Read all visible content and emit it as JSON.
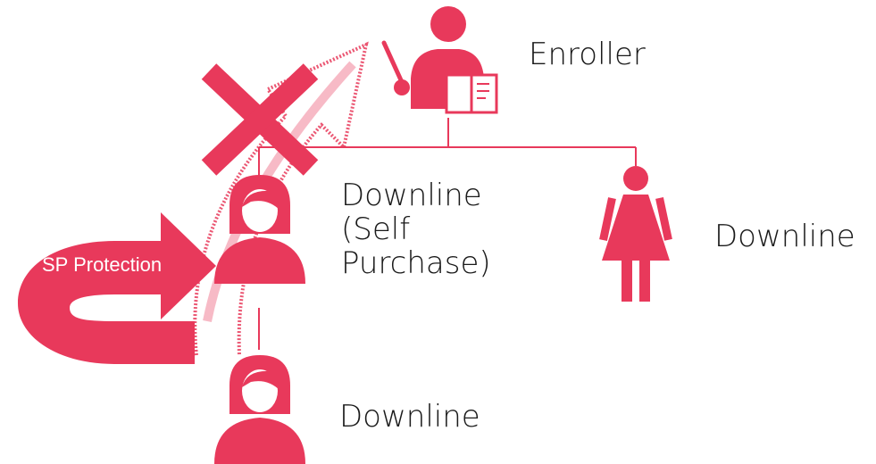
{
  "colors": {
    "primary": "#e8395b",
    "text": "#1a1a1a",
    "white": "#ffffff"
  },
  "nodes": {
    "enroller": {
      "label": "Enroller",
      "icon": "teacher-presenter-icon"
    },
    "self_purchase": {
      "label_lines": [
        "Downline",
        "(Self",
        "Purchase)"
      ],
      "icon": "female-user-icon"
    },
    "right_downline": {
      "label": "Downline",
      "icon": "woman-figure-icon"
    },
    "bottom_downline": {
      "label": "Downline",
      "icon": "female-user-icon"
    }
  },
  "annotations": {
    "blocked_path": {
      "icon": "x-mark-icon",
      "meaning": "blocked"
    },
    "protection": {
      "label": "SP Protection",
      "icon": "u-turn-arrow-icon"
    }
  }
}
